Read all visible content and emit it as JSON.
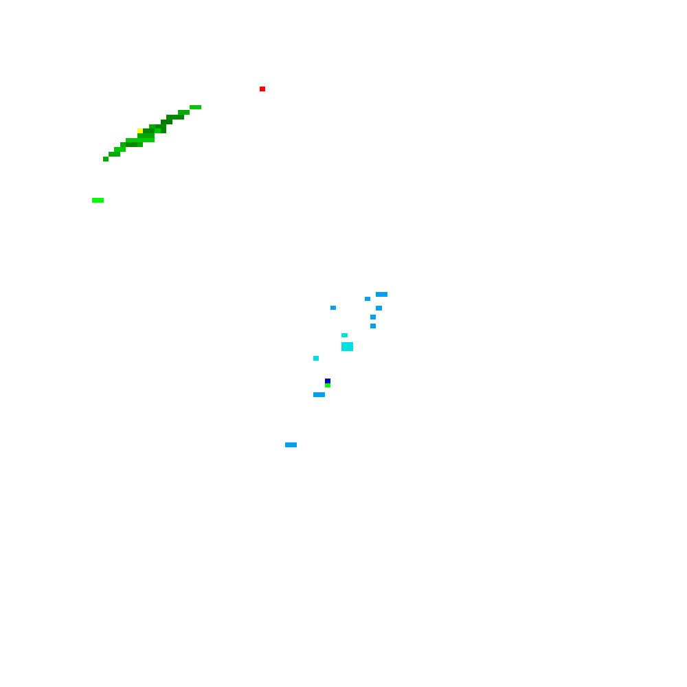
{
  "palette": {
    "background": "#ffffff",
    "red": "#ff0000",
    "yellow": "#ffff00",
    "lime": "#00ff00",
    "green_bright": "#00c800",
    "green_mid": "#00aa00",
    "green_dark": "#008800",
    "green_darker": "#007a00",
    "blue_sky": "#00a0f0",
    "cyan": "#00e0e0",
    "blue_dark": "#0000cc"
  },
  "clusters": [
    {
      "name": "green-streak",
      "color_keys": [
        "green_bright",
        "green_mid",
        "green_dark",
        "green_darker",
        "yellow"
      ]
    },
    {
      "name": "blue-scatter",
      "color_keys": [
        "blue_sky",
        "cyan",
        "blue_dark",
        "lime"
      ]
    },
    {
      "name": "isolated-red",
      "color_keys": [
        "red"
      ]
    },
    {
      "name": "isolated-lime",
      "color_keys": [
        "lime"
      ]
    }
  ]
}
